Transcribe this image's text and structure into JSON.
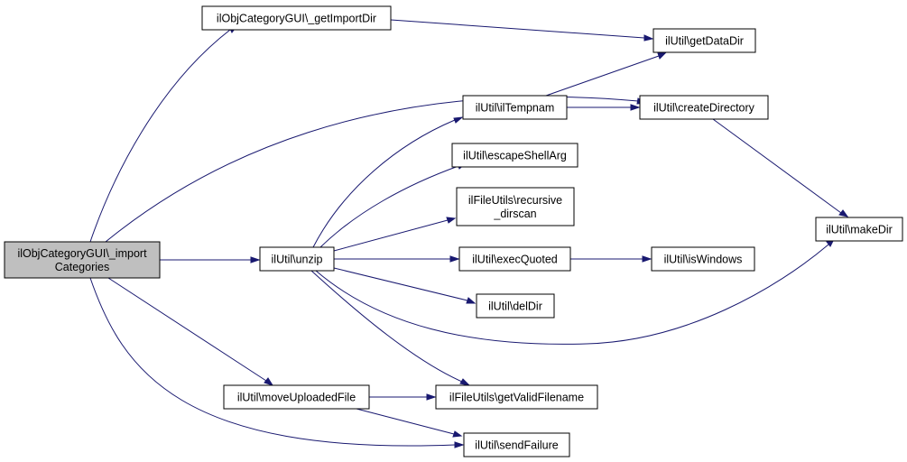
{
  "colors": {
    "edge": "#191970",
    "node_fill": "#ffffff",
    "root_fill": "#bfbfbf",
    "node_border": "#000000"
  },
  "nodes": {
    "root": {
      "lines": [
        "ilObjCategoryGUI\\_import",
        "Categories"
      ]
    },
    "getImportDir": {
      "lines": [
        "ilObjCategoryGUI\\_getImportDir"
      ]
    },
    "getDataDir": {
      "lines": [
        "ilUtil\\getDataDir"
      ]
    },
    "createDirectory": {
      "lines": [
        "ilUtil\\createDirectory"
      ]
    },
    "ilTempnam": {
      "lines": [
        "ilUtil\\ilTempnam"
      ]
    },
    "escapeShellArg": {
      "lines": [
        "ilUtil\\escapeShellArg"
      ]
    },
    "recursiveDirscan": {
      "lines": [
        "ilFileUtils\\recursive",
        "_dirscan"
      ]
    },
    "makeDir": {
      "lines": [
        "ilUtil\\makeDir"
      ]
    },
    "unzip": {
      "lines": [
        "ilUtil\\unzip"
      ]
    },
    "execQuoted": {
      "lines": [
        "ilUtil\\execQuoted"
      ]
    },
    "isWindows": {
      "lines": [
        "ilUtil\\isWindows"
      ]
    },
    "delDir": {
      "lines": [
        "ilUtil\\delDir"
      ]
    },
    "moveUploadedFile": {
      "lines": [
        "ilUtil\\moveUploadedFile"
      ]
    },
    "getValidFilename": {
      "lines": [
        "ilFileUtils\\getValidFilename"
      ]
    },
    "sendFailure": {
      "lines": [
        "ilUtil\\sendFailure"
      ]
    }
  },
  "edges": [
    {
      "from": "root",
      "to": "getImportDir"
    },
    {
      "from": "root",
      "to": "createDirectory"
    },
    {
      "from": "root",
      "to": "unzip"
    },
    {
      "from": "root",
      "to": "moveUploadedFile"
    },
    {
      "from": "root",
      "to": "sendFailure"
    },
    {
      "from": "getImportDir",
      "to": "getDataDir"
    },
    {
      "from": "ilTempnam",
      "to": "getDataDir"
    },
    {
      "from": "ilTempnam",
      "to": "createDirectory"
    },
    {
      "from": "createDirectory",
      "to": "makeDir"
    },
    {
      "from": "unzip",
      "to": "ilTempnam"
    },
    {
      "from": "unzip",
      "to": "escapeShellArg"
    },
    {
      "from": "unzip",
      "to": "recursiveDirscan"
    },
    {
      "from": "unzip",
      "to": "execQuoted"
    },
    {
      "from": "unzip",
      "to": "delDir"
    },
    {
      "from": "unzip",
      "to": "makeDir"
    },
    {
      "from": "unzip",
      "to": "getValidFilename"
    },
    {
      "from": "execQuoted",
      "to": "isWindows"
    },
    {
      "from": "moveUploadedFile",
      "to": "getValidFilename"
    },
    {
      "from": "moveUploadedFile",
      "to": "sendFailure"
    }
  ]
}
